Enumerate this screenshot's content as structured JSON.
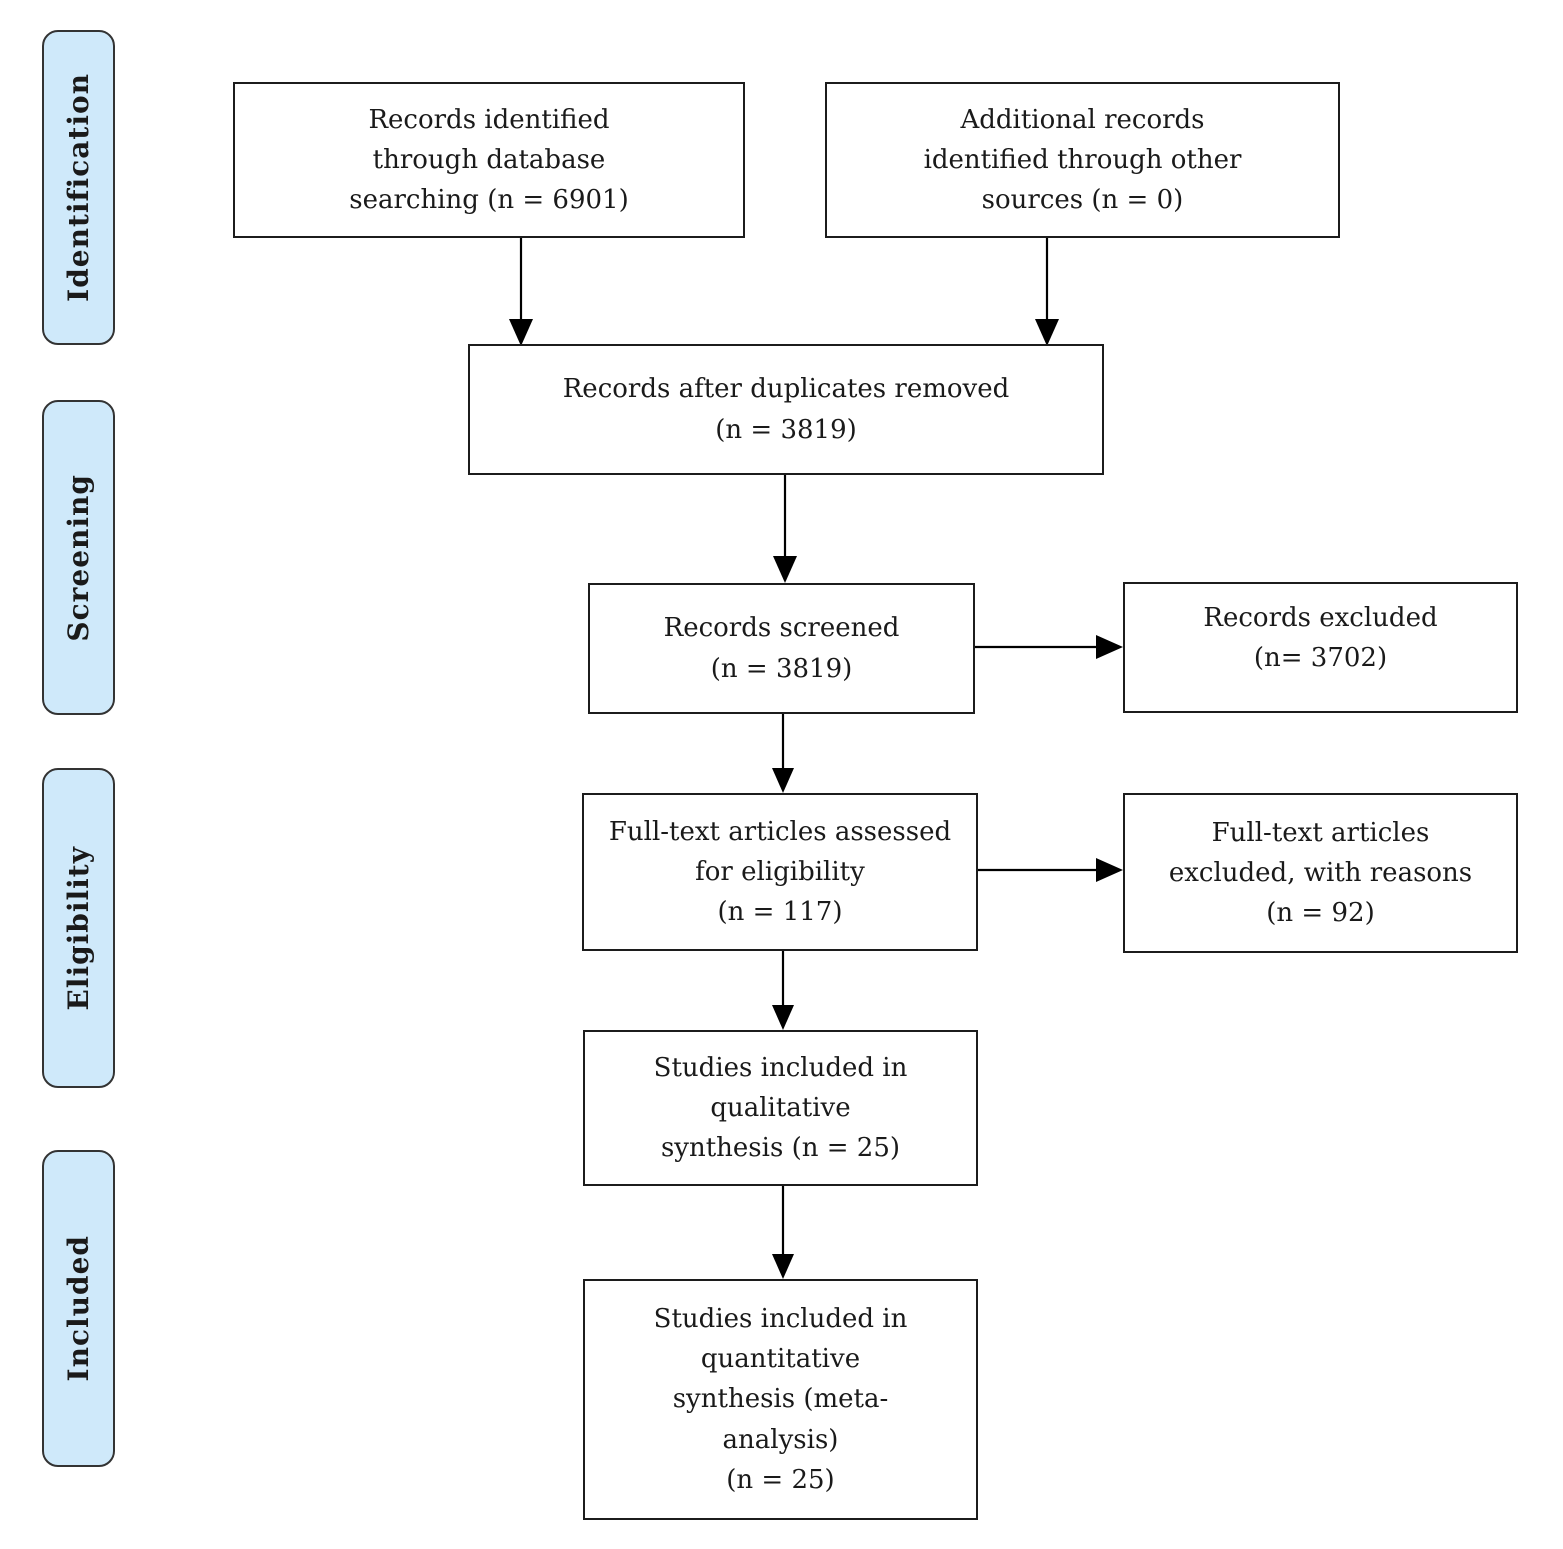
{
  "stages": [
    {
      "id": "identification",
      "label": "Identification"
    },
    {
      "id": "screening",
      "label": "Screening"
    },
    {
      "id": "eligibility",
      "label": "Eligibility"
    },
    {
      "id": "included",
      "label": "Included"
    }
  ],
  "boxes": {
    "records_identified": {
      "lines": [
        "Records identified",
        "through database",
        "searching (n = 6901)"
      ]
    },
    "additional_records": {
      "lines": [
        "Additional records",
        "identified through other",
        "sources (n = 0)"
      ]
    },
    "after_duplicates": {
      "lines": [
        "Records after duplicates removed",
        "(n = 3819)"
      ]
    },
    "records_screened": {
      "lines": [
        "Records screened",
        "(n = 3819)"
      ]
    },
    "records_excluded": {
      "lines": [
        "Records excluded",
        "(n= 3702)"
      ]
    },
    "fulltext_assessed": {
      "lines": [
        "Full-text articles assessed",
        "for eligibility",
        "(n = 117)"
      ]
    },
    "fulltext_excluded": {
      "lines": [
        "Full-text articles",
        "excluded, with reasons",
        "(n = 92)"
      ]
    },
    "qualitative": {
      "lines": [
        "Studies included in",
        "qualitative",
        "synthesis (n = 25)"
      ]
    },
    "quantitative": {
      "lines": [
        "Studies included in",
        "quantitative",
        "synthesis (meta-",
        "analysis)",
        "(n = 25)"
      ]
    }
  },
  "counts": {
    "database_records": 6901,
    "other_sources": 0,
    "after_duplicates": 3819,
    "screened": 3819,
    "records_excluded": 3702,
    "fulltext_assessed": 117,
    "fulltext_excluded": 92,
    "qualitative_synthesis": 25,
    "quantitative_synthesis": 25
  },
  "colors": {
    "stage_fill": "#cfe9fa",
    "stage_border": "#333333",
    "box_fill": "#ffffff",
    "box_border": "#1c1c1c",
    "arrow": "#000000",
    "text": "#1a1a1a",
    "background": "#ffffff"
  }
}
